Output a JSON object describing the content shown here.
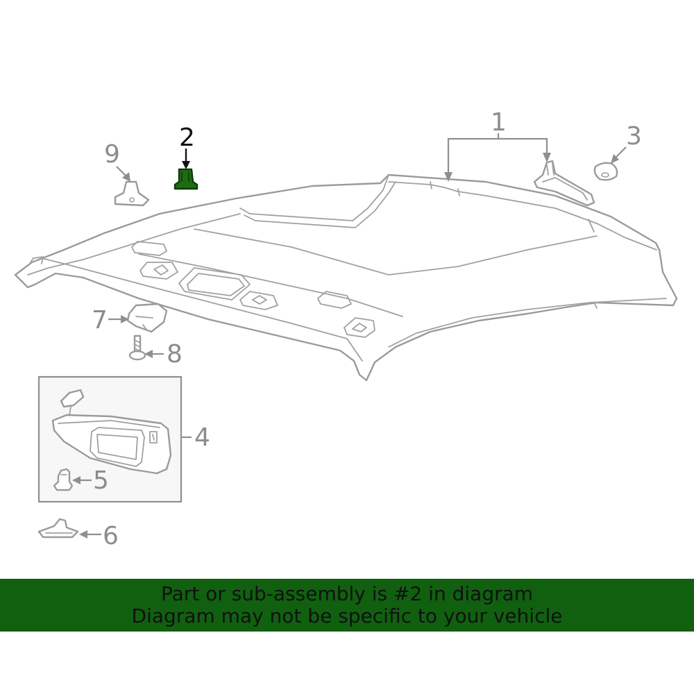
{
  "callouts": [
    {
      "id": "1",
      "label": "1"
    },
    {
      "id": "2",
      "label": "2",
      "highlighted": true
    },
    {
      "id": "3",
      "label": "3"
    },
    {
      "id": "4",
      "label": "4"
    },
    {
      "id": "5",
      "label": "5"
    },
    {
      "id": "6",
      "label": "6"
    },
    {
      "id": "7",
      "label": "7"
    },
    {
      "id": "8",
      "label": "8"
    },
    {
      "id": "9",
      "label": "9"
    }
  ],
  "banner": {
    "line1": "Part or sub-assembly is #2 in diagram",
    "line2": "Diagram may not be specific to your vehicle"
  },
  "colors": {
    "highlight": "#1e6b14",
    "banner_background": "#106010",
    "line_art": "#9a9a9a"
  }
}
